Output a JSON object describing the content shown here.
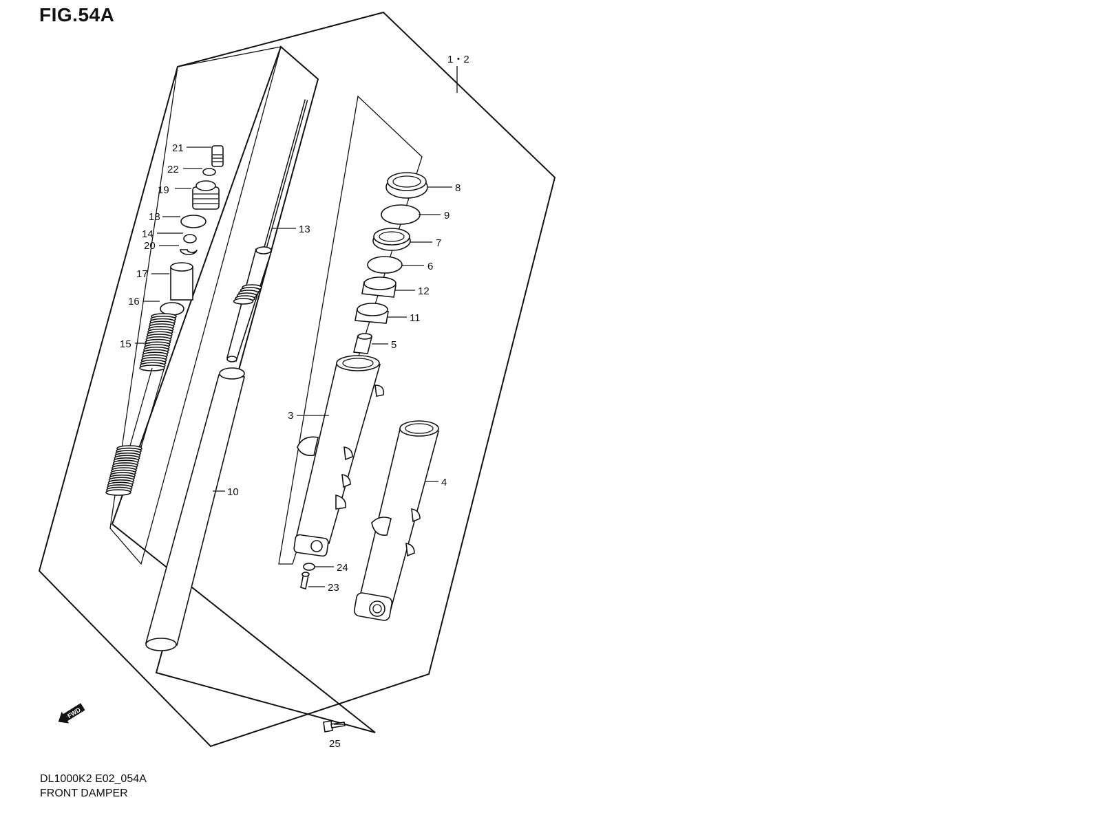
{
  "figure": {
    "title": "FIG.54A",
    "code": "DL1000K2 E02_054A",
    "name": "FRONT DAMPER"
  },
  "callouts": {
    "c1": "1・2",
    "c3": "3",
    "c4": "4",
    "c5": "5",
    "c6": "6",
    "c7": "7",
    "c8": "8",
    "c9": "9",
    "c10": "10",
    "c11": "11",
    "c12": "12",
    "c13": "13",
    "c14": "14",
    "c15": "15",
    "c16": "16",
    "c17": "17",
    "c18": "18",
    "c19": "19",
    "c20": "20",
    "c21": "21",
    "c22": "22",
    "c23": "23",
    "c24": "24",
    "c25": "25"
  },
  "direction_marker": "FWD",
  "icons": [
    "fwd-arrow-icon"
  ]
}
